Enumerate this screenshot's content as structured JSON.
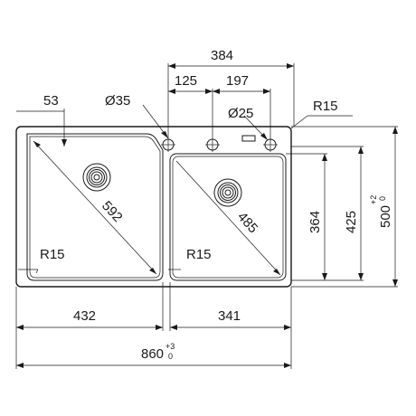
{
  "diagram": {
    "dimensions": {
      "overall_width": "860",
      "overall_width_tol_upper": "+3",
      "overall_width_tol_lower": "0",
      "left_bowl_width": "432",
      "right_bowl_width": "341",
      "tap_zone_width": "384",
      "tap_offset_1": "125",
      "tap_offset_2": "197",
      "edge_offset": "53",
      "large_hole_diameter": "Ø35",
      "small_hole_diameter": "Ø25",
      "corner_radius_outer": "R15",
      "left_bowl_radius": "R15",
      "right_bowl_radius": "R15",
      "left_bowl_diagonal": "592",
      "right_bowl_diagonal": "485",
      "right_bowl_height": "364",
      "bowl_height": "425",
      "overall_depth": "500",
      "overall_depth_tol_upper": "+2",
      "overall_depth_tol_lower": "0"
    }
  }
}
